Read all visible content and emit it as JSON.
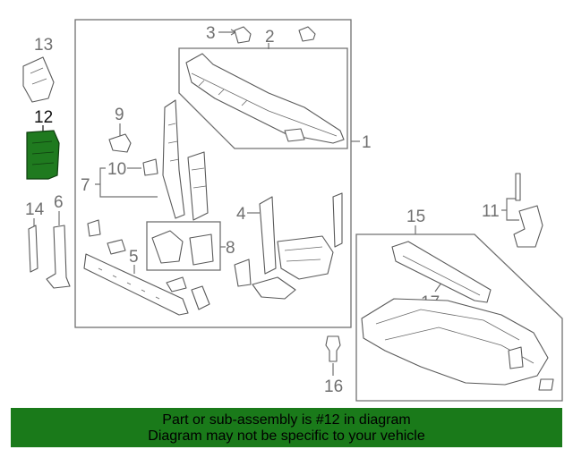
{
  "callouts": {
    "c1": "1",
    "c2": "2",
    "c3": "3",
    "c4": "4",
    "c5": "5",
    "c6": "6",
    "c7": "7",
    "c8": "8",
    "c9": "9",
    "c10": "10",
    "c11": "11",
    "c12": "12",
    "c13": "13",
    "c14": "14",
    "c15": "15",
    "c16": "16",
    "c17": "17"
  },
  "highlighted_part": "12",
  "colors": {
    "highlight": "#1f7a1f",
    "banner": "#1a7a1a"
  },
  "banner": {
    "line1": "Part or sub-assembly is #12 in diagram",
    "line2": "Diagram may not be specific to your vehicle"
  }
}
